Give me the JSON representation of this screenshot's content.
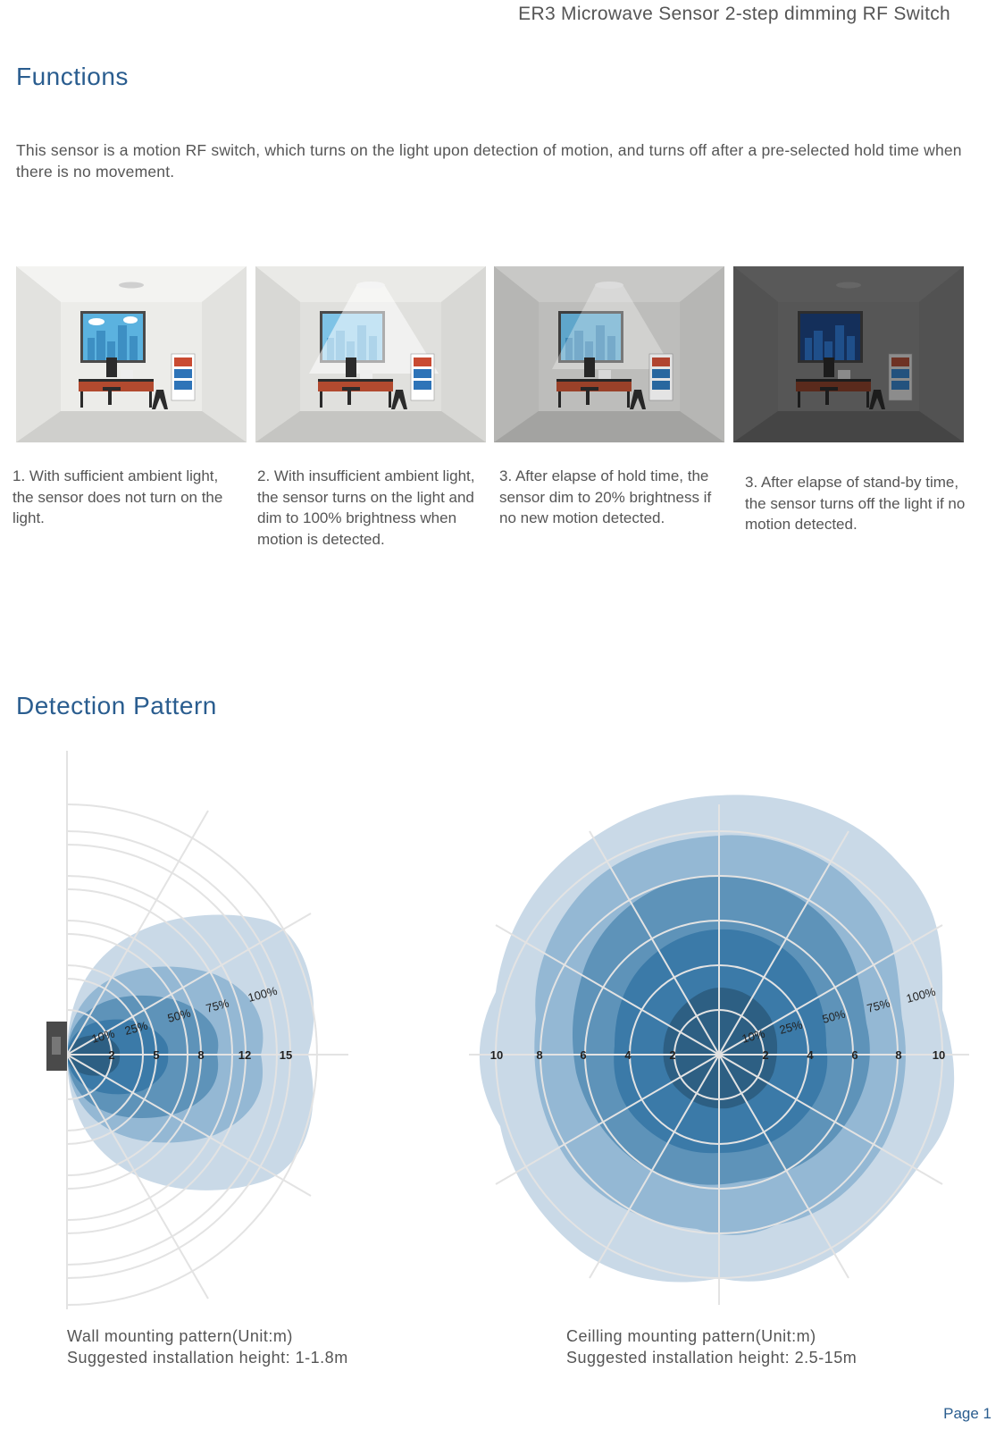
{
  "header": {
    "title": "ER3   Microwave Sensor 2-step dimming RF Switch"
  },
  "functions": {
    "title": "Functions",
    "intro": "This sensor is a motion RF switch, which turns on the light upon detection of motion, and turns off after a pre-selected hold time when there is no movement.",
    "captions": [
      "1. With sufficient ambient light, the sensor does not turn on the light.",
      "2. With insufficient ambient light, the sensor turns on the light and dim to 100% brightness when motion is detected.",
      "3. After elapse of hold time, the sensor dim to 20% brightness if no new motion detected.",
      "3. After elapse of stand-by time, the sensor turns off the light if no motion detected."
    ]
  },
  "detection": {
    "title": "Detection Pattern",
    "wall": {
      "ticks": [
        "2",
        "5",
        "8",
        "12",
        "15"
      ],
      "percents": [
        "10%",
        "25%",
        "50%",
        "75%",
        "100%"
      ],
      "label_line1": "Wall mounting pattern(Unit:m)",
      "label_line2": "Suggested installation height: 1-1.8m"
    },
    "ceiling": {
      "ticks_left": [
        "10",
        "8",
        "6",
        "4",
        "2"
      ],
      "ticks_right": [
        "2",
        "4",
        "6",
        "8",
        "10"
      ],
      "percents": [
        "10%",
        "25%",
        "50%",
        "75%",
        "100%"
      ],
      "label_line1": "Ceilling mounting pattern(Unit:m)",
      "label_line2": "Suggested installation height: 2.5-15m"
    }
  },
  "footer": {
    "page": "Page 1"
  },
  "colors": {
    "accent": "#2a5d8f",
    "zone_100": "#c9d9e7",
    "zone_75": "#94b8d4",
    "zone_50": "#5e93b9",
    "zone_25": "#3b7aa8",
    "zone_10": "#2d5f83"
  }
}
